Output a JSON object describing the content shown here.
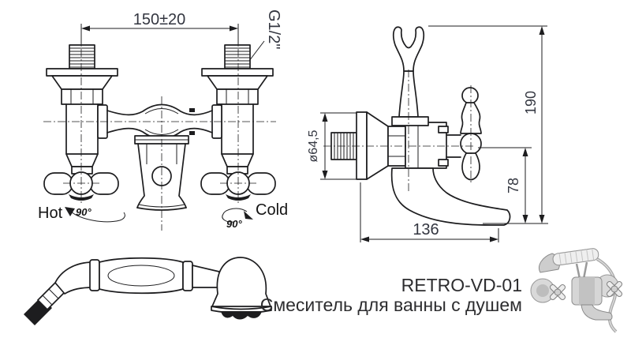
{
  "front_view": {
    "dim_span": "150±20",
    "thread_size": "G1/2\"",
    "labels": {
      "hot": "Hot",
      "cold": "Cold",
      "hot_angle": "90°",
      "cold_angle": "90°"
    }
  },
  "side_view": {
    "dim_height": "190",
    "dim_drop": "78",
    "dim_reach": "136",
    "dim_flange_diameter": "ø64,5"
  },
  "product": {
    "code": "RETRO-VD-01",
    "name": "Смеситель для ванны с душем"
  },
  "colors": {
    "line": "#1d1d1f",
    "dim_text": "#333640",
    "label_text": "#141414",
    "product_text": "#2d2d2f",
    "bg": "#ffffff"
  }
}
